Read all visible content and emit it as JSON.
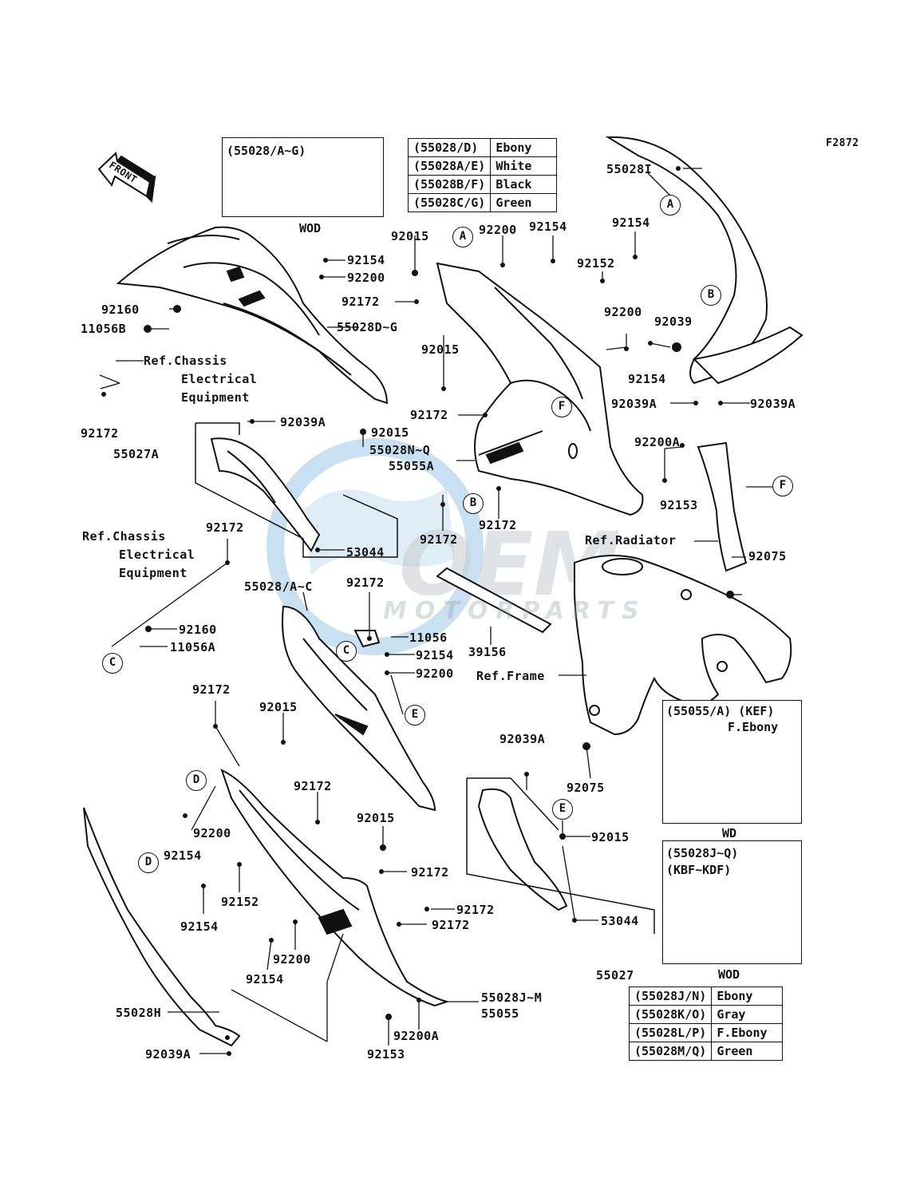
{
  "diagram_code": "F2872",
  "front_arrow": "FRONT",
  "colors": {
    "ink": "#111111",
    "watermark_blue": "#9ec8e8",
    "watermark_gray": "#c8ccd0"
  },
  "watermark": {
    "logo_text": "OEM",
    "sub_text": "MOTORPARTS"
  },
  "top_inset": {
    "title": "(55028/A~G)",
    "caption": "WOD"
  },
  "color_table_top": [
    {
      "code": "(55028/D)",
      "color": "Ebony"
    },
    {
      "code": "(55028A/E)",
      "color": "White"
    },
    {
      "code": "(55028B/F)",
      "color": "Black"
    },
    {
      "code": "(55028C/G)",
      "color": "Green"
    }
  ],
  "inset_kef": {
    "title": "(55055/A)  (KEF)",
    "subtitle": "F.Ebony",
    "caption": "WD"
  },
  "inset_kbf": {
    "title": "(55028J~Q)",
    "subtitle": "(KBF~KDF)",
    "caption": "WOD"
  },
  "color_table_bottom": [
    {
      "code": "(55028J/N)",
      "color": "Ebony"
    },
    {
      "code": "(55028K/O)",
      "color": "Gray"
    },
    {
      "code": "(55028L/P)",
      "color": "F.Ebony"
    },
    {
      "code": "(55028M/Q)",
      "color": "Green"
    }
  ],
  "callouts": [
    "A",
    "A",
    "B",
    "B",
    "C",
    "C",
    "D",
    "D",
    "E",
    "E",
    "F",
    "F"
  ],
  "part_labels": [
    "55028I",
    "92154",
    "92152",
    "92154",
    "92200",
    "92015",
    "92154",
    "92200",
    "92172",
    "92160",
    "11056B",
    "55028D~G",
    "Ref.Chassis",
    "Electrical",
    "Equipment",
    "92172",
    "92015",
    "92200",
    "92039",
    "92154",
    "92039A",
    "92039A",
    "92172",
    "92039A",
    "92015",
    "55027A",
    "55028N~Q",
    "55055A",
    "92200A",
    "92153",
    "92172",
    "92172",
    "53044",
    "Ref.Chassis",
    "Electrical",
    "Equipment",
    "92172",
    "Ref.Radiator",
    "92075",
    "92160",
    "11056A",
    "55028/A~C",
    "92172",
    "11056",
    "92154",
    "92200",
    "39156",
    "Ref.Frame",
    "92172",
    "92015",
    "92039A",
    "92172",
    "92015",
    "92075",
    "92200",
    "92154",
    "92015",
    "92172",
    "92152",
    "92154",
    "92172",
    "92172",
    "92200",
    "92154",
    "53044",
    "55027",
    "55028H",
    "92039A",
    "92200A",
    "92153",
    "55028J~M",
    "55055"
  ]
}
